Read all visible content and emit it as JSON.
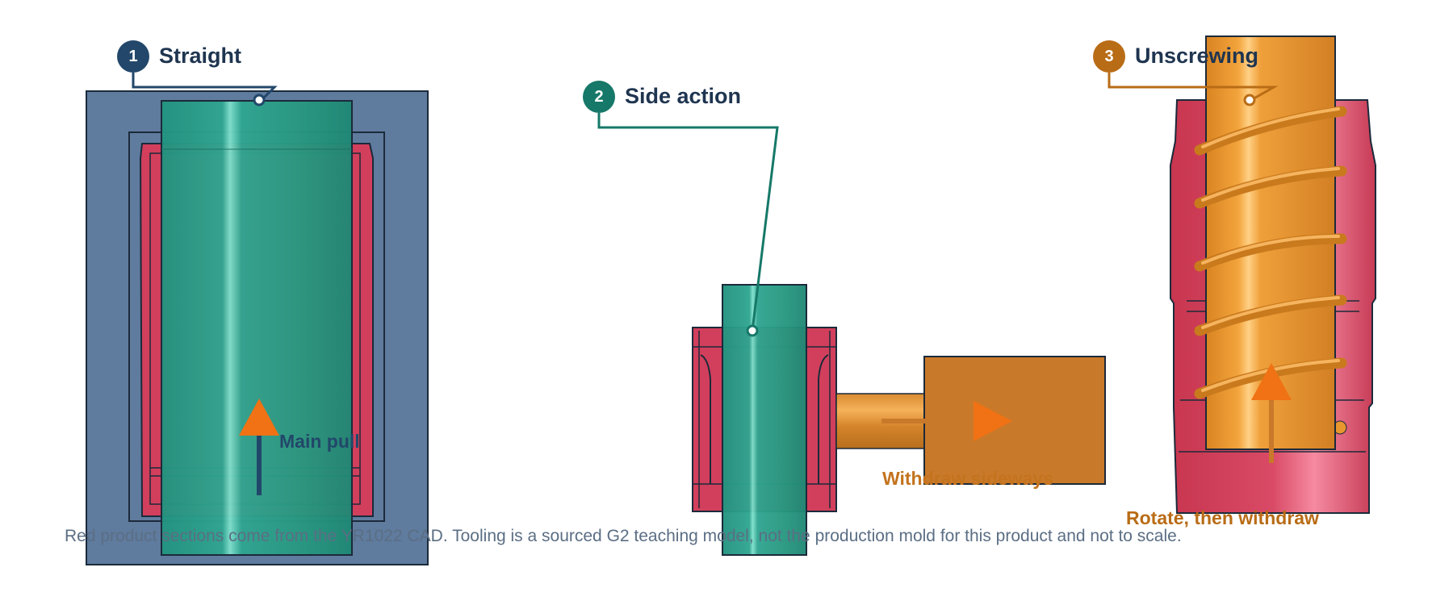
{
  "steps": [
    {
      "number": "1",
      "title": "Straight",
      "motion_label": "Main pull",
      "color": "#22476a",
      "motion_color": "#22476a"
    },
    {
      "number": "2",
      "title": "Side action",
      "motion_label": "Withdraw sideways",
      "color": "#167868",
      "motion_color": "#c4731e"
    },
    {
      "number": "3",
      "title": "Unscrewing",
      "motion_label": "Rotate, then withdraw",
      "color": "#b96c16",
      "motion_color": "#b96c16"
    }
  ],
  "footnote": "Red product sections come from the YR1022 CAD. Tooling is a sourced G2 teaching model, not the production mold for this product and not to scale.",
  "colors": {
    "mold_plate": "#5f7b9e",
    "product_red": "#d23f5c",
    "core_teal": "#2a9e8a",
    "slide_orange": "#c9792a",
    "unscrew_gold": "#e8962e",
    "arrow_orange": "#f07214",
    "outline": "#1b2a3a"
  }
}
